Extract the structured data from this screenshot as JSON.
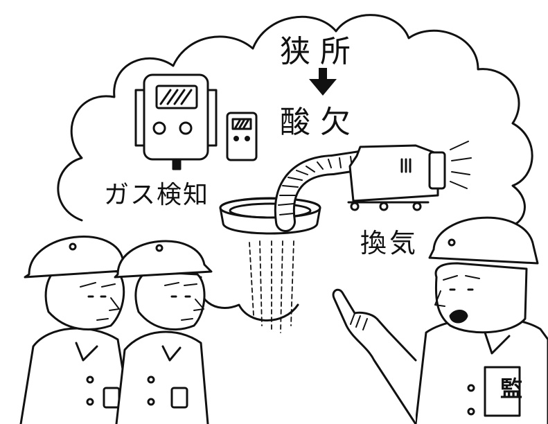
{
  "text": {
    "confined_space": "狭所",
    "oxygen_deficiency": "酸欠",
    "gas_detection": "ガス検知",
    "ventilation": "換気",
    "armband": "監"
  },
  "colors": {
    "ink": "#111111",
    "paper": "#ffffff",
    "shade": "#2a2a2a"
  }
}
